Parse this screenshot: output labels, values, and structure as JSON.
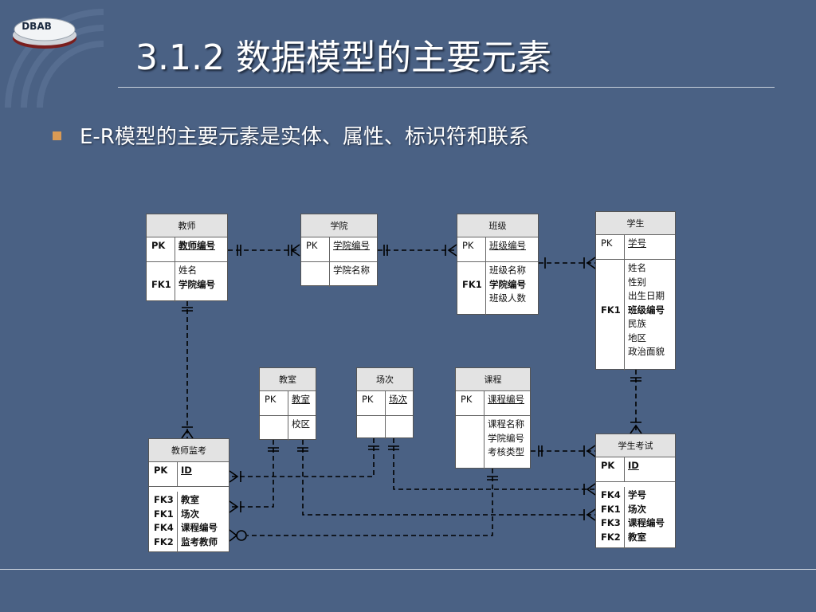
{
  "logo": "DBAB",
  "title": "3.1.2 数据模型的主要元素",
  "bullet": "E-R模型的主要元素是实体、属性、标识符和联系",
  "entities": {
    "teacher": {
      "name": "教师",
      "pk": "PK",
      "pk_attr": "教师编号",
      "keys": [
        "",
        "FK1"
      ],
      "attrs": [
        "姓名",
        "学院编号"
      ]
    },
    "college": {
      "name": "学院",
      "pk": "PK",
      "pk_attr": "学院编号",
      "attrs": [
        "学院名称"
      ]
    },
    "class": {
      "name": "班级",
      "pk": "PK",
      "pk_attr": "班级编号",
      "keys": [
        "",
        "FK1",
        ""
      ],
      "attrs": [
        "班级名称",
        "学院编号",
        "班级人数"
      ]
    },
    "student": {
      "name": "学生",
      "pk": "PK",
      "pk_attr": "学号",
      "keys": [
        "",
        "",
        "",
        "FK1",
        "",
        "",
        ""
      ],
      "attrs": [
        "姓名",
        "性别",
        "出生日期",
        "班级编号",
        "民族",
        "地区",
        "政治面貌"
      ]
    },
    "classroom": {
      "name": "教室",
      "pk": "PK",
      "pk_attr": "教室",
      "attrs": [
        "校区"
      ]
    },
    "session": {
      "name": "场次",
      "pk": "PK",
      "pk_attr": "场次",
      "attrs": [
        ""
      ]
    },
    "course": {
      "name": "课程",
      "pk": "PK",
      "pk_attr": "课程编号",
      "attrs": [
        "课程名称",
        "学院编号",
        "考核类型"
      ]
    },
    "proctor": {
      "name": "教师监考",
      "pk": "PK",
      "pk_attr": "ID",
      "keys": [
        "FK3",
        "FK1",
        "FK4",
        "FK2"
      ],
      "attrs": [
        "教室",
        "场次",
        "课程编号",
        "监考教师"
      ]
    },
    "exam": {
      "name": "学生考试",
      "pk": "PK",
      "pk_attr": "ID",
      "keys": [
        "FK4",
        "FK1",
        "FK3",
        "FK2"
      ],
      "attrs": [
        "学号",
        "场次",
        "课程编号",
        "教室"
      ]
    }
  }
}
